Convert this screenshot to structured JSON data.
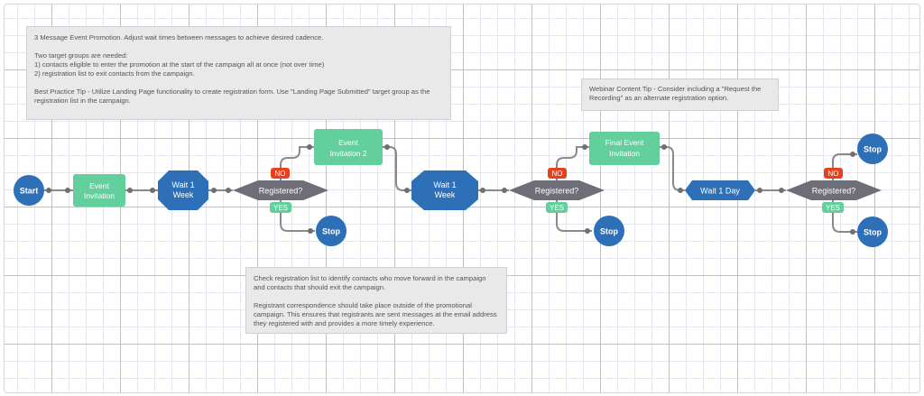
{
  "notes": {
    "intro": {
      "line1": "3 Message Event Promotion. Adjust wait times between messages to achieve desired cadence.",
      "line2": "Two target groups are needed:\n1) contacts eligible to enter the promotion at the start of the campaign all at once (not over time)\n2) registration list to exit contacts from the campaign.",
      "line3": "Best Practice Tip - Utilize Landing Page functionality to create registration form. Use \"Landing Page Submitted\" target group as the registration list in the campaign."
    },
    "webinar": {
      "text": "Webinar Content Tip - Consider including a \"Request the Recording\" as an alternate registration option."
    },
    "registration": {
      "line1": "Check registration list to identify contacts who move forward in the campaign and contacts that should exit the campaign.",
      "line2": "Registrant correspondence should take place outside of the promotional campaign.  This ensures that registrants are sent messages at the email address they registered with and provides a more timely experience."
    }
  },
  "flow": {
    "start": "Start",
    "email1": [
      "Event",
      "Invitation"
    ],
    "wait1": [
      "Wait 1",
      "Week"
    ],
    "decision1": "Registered?",
    "email2": [
      "Event",
      "Invitation 2"
    ],
    "wait2": [
      "Wait 1",
      "Week"
    ],
    "decision2": "Registered?",
    "email3": [
      "Final Event",
      "Invitation"
    ],
    "wait3": "Wait 1 Day",
    "decision3": "Registered?",
    "stop": "Stop",
    "no_label": "NO",
    "yes_label": "YES"
  },
  "colors": {
    "blue_node": "#2d70b7",
    "green_node": "#63cf9c",
    "decision": "#6e6e78",
    "connector": "#8a8a8a",
    "no_badge": "#e8401c",
    "yes_badge": "#63cf9c"
  }
}
